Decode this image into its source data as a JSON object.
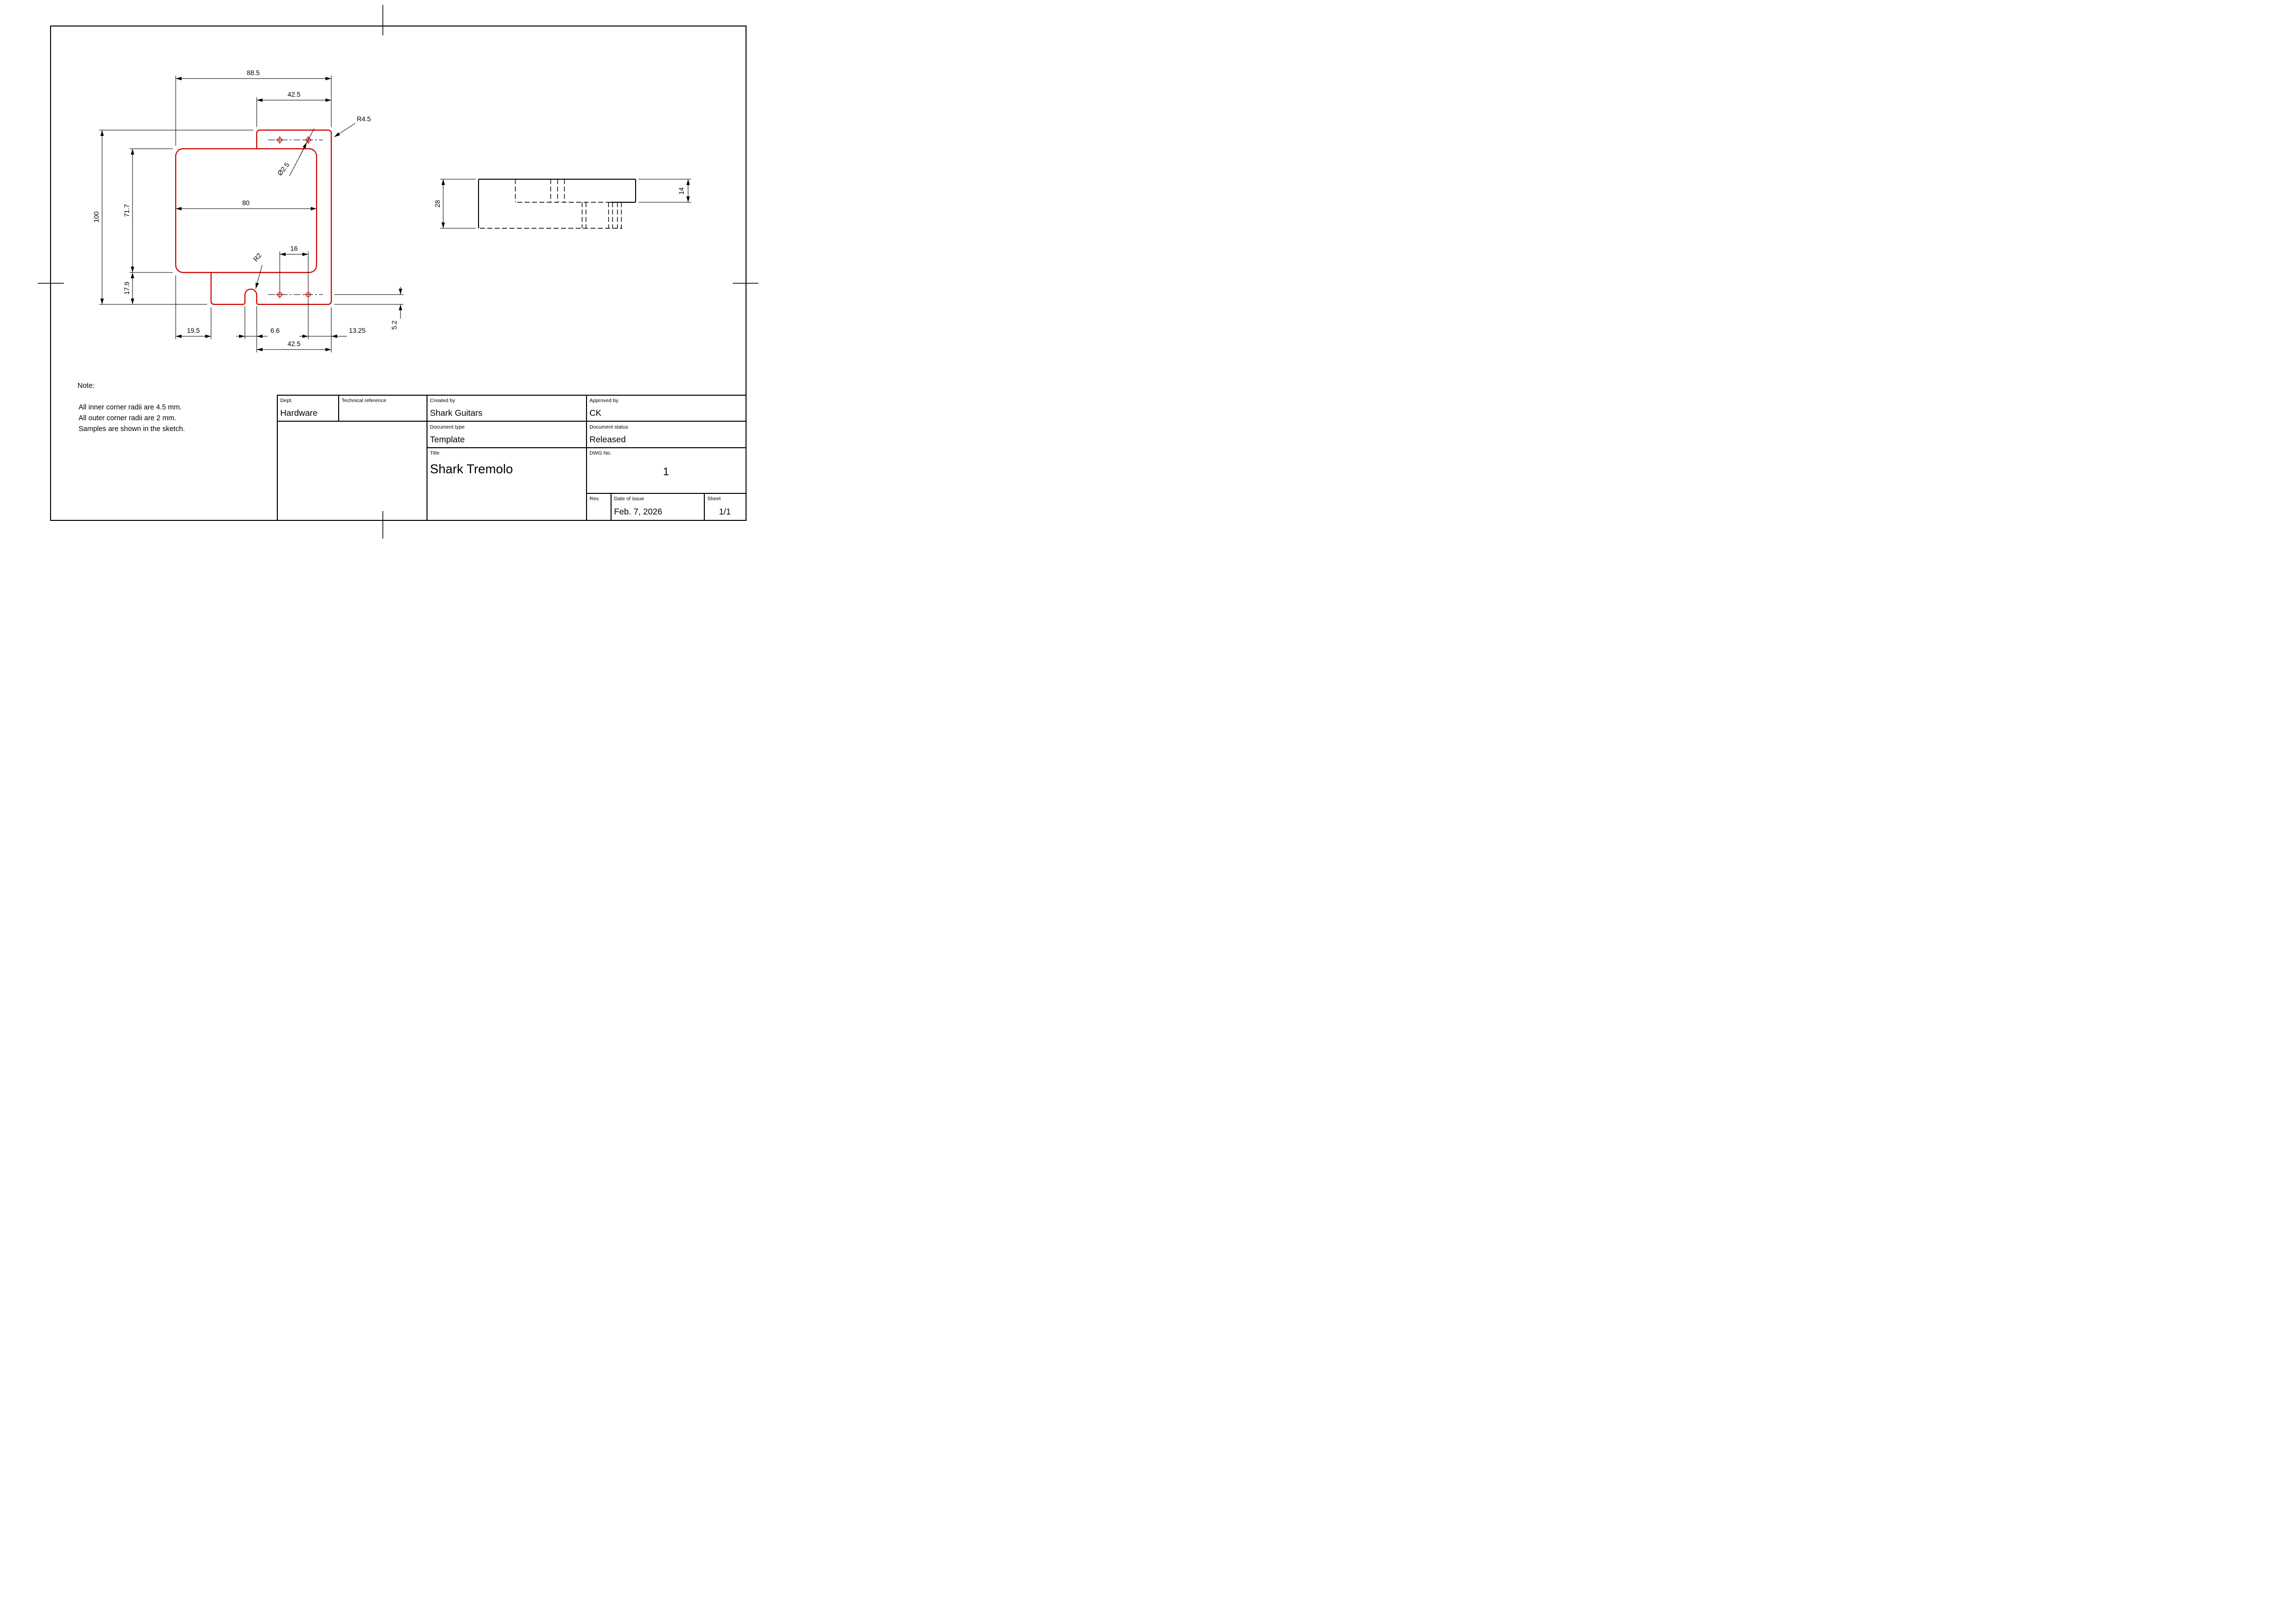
{
  "drawing": {
    "colors": {
      "part_outline": "#cc0000",
      "annotation": "#000000"
    },
    "note": {
      "heading": "Note:",
      "lines": [
        "All inner corner radii are 4.5 mm.",
        "All outer corner radii are 2 mm.",
        "Samples are shown in the sketch."
      ]
    },
    "front_view": {
      "dim_overall_width": "88.5",
      "dim_tab_width_top": "42.5",
      "label_corner_radius": "R4.5",
      "label_hole_diameter": "Ø2.5",
      "dim_overall_height": "100",
      "dim_body_height": "71.7",
      "dim_lower_height": "17.9",
      "dim_body_width": "80",
      "dim_hole_spacing": "16",
      "label_notch_radius": "R2",
      "dim_bottom_left_offset": "19.5",
      "dim_notch_width": "6.6",
      "dim_hole_edge_distance": "13.25",
      "dim_tab_width_bottom": "42.5",
      "dim_hole_bottom_offset": "5.2"
    },
    "side_view": {
      "dim_height": "28",
      "dim_tab_height": "14"
    }
  },
  "title_block": {
    "dept": {
      "label": "Dept.",
      "value": "Hardware"
    },
    "technical_reference": {
      "label": "Technical reference",
      "value": ""
    },
    "created_by": {
      "label": "Created by",
      "value": "Shark Guitars"
    },
    "approved_by": {
      "label": "Approved by",
      "value": "CK"
    },
    "document_type": {
      "label": "Document type",
      "value": "Template"
    },
    "document_status": {
      "label": "Document status",
      "value": "Released"
    },
    "title": {
      "label": "Title",
      "value": "Shark Tremolo"
    },
    "dwg_no": {
      "label": "DWG No.",
      "value": "1"
    },
    "rev": {
      "label": "Rev.",
      "value": ""
    },
    "date_of_issue": {
      "label": "Date of issue",
      "value": "Feb. 7, 2026"
    },
    "sheet": {
      "label": "Sheet",
      "value": "1/1"
    }
  }
}
